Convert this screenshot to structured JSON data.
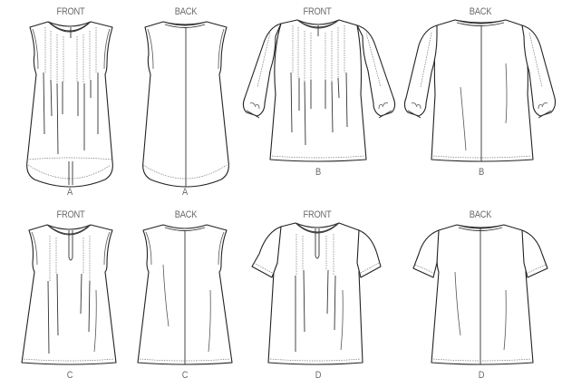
{
  "views": [
    {
      "id": "a-front",
      "heading": "FRONT",
      "view_label": "A"
    },
    {
      "id": "a-back",
      "heading": "BACK",
      "view_label": "A"
    },
    {
      "id": "b-front",
      "heading": "FRONT",
      "view_label": "B"
    },
    {
      "id": "b-back",
      "heading": "BACK",
      "view_label": "B"
    },
    {
      "id": "c-front",
      "heading": "FRONT",
      "view_label": "C"
    },
    {
      "id": "c-back",
      "heading": "BACK",
      "view_label": "C"
    },
    {
      "id": "d-front",
      "heading": "FRONT",
      "view_label": "D"
    },
    {
      "id": "d-back",
      "heading": "BACK",
      "view_label": "D"
    }
  ]
}
